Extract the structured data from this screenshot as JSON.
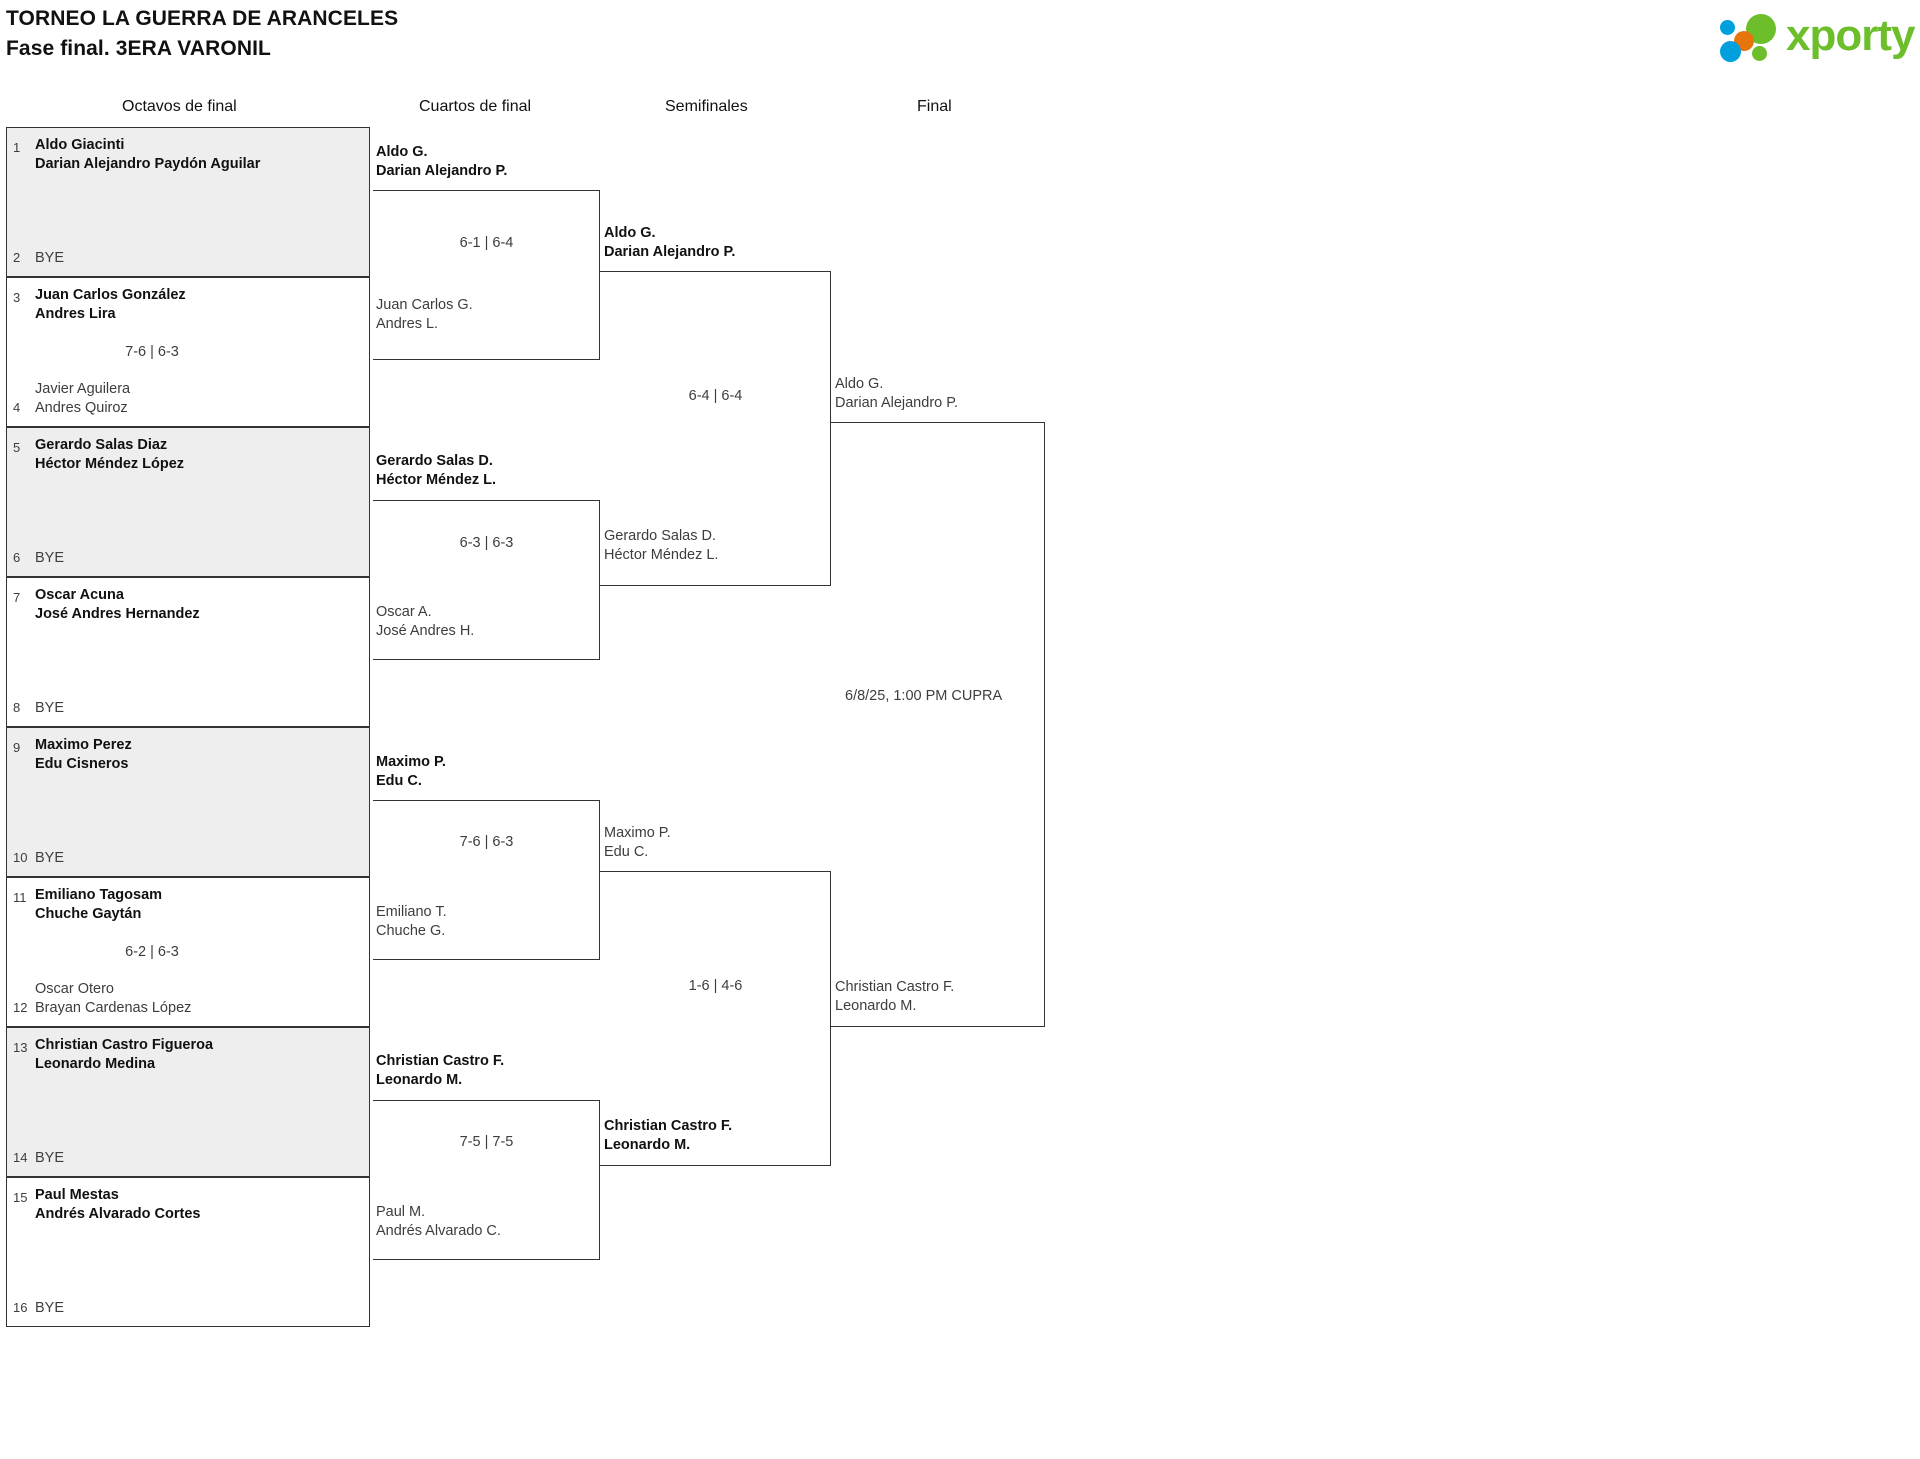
{
  "header": {
    "title_line1": "TORNEO LA GUERRA DE ARANCELES",
    "title_line2": "Fase final. 3ERA VARONIL",
    "logo_text": "xporty",
    "logo_colors": {
      "blue": "#00a0df",
      "orange": "#e8740c",
      "green": "#6cbe2a"
    }
  },
  "rounds": [
    {
      "label": "Octavos de final"
    },
    {
      "label": "Cuartos de final"
    },
    {
      "label": "Semifinales"
    },
    {
      "label": "Final"
    }
  ],
  "round1": {
    "matches": [
      {
        "shaded": true,
        "top": {
          "seed": "1",
          "line1": "Aldo Giacinti",
          "line2": "Darian Alejandro Paydón Aguilar",
          "winner": true,
          "bye": false
        },
        "bottom": {
          "seed": "2",
          "line1": "BYE",
          "line2": "",
          "winner": false,
          "bye": true
        },
        "score": ""
      },
      {
        "shaded": false,
        "top": {
          "seed": "3",
          "line1": "Juan Carlos González",
          "line2": "Andres Lira",
          "winner": true,
          "bye": false
        },
        "bottom": {
          "seed": "4",
          "line1": "Javier Aguilera",
          "line2": "Andres Quiroz",
          "winner": false,
          "bye": false
        },
        "score": "7-6 | 6-3"
      },
      {
        "shaded": true,
        "top": {
          "seed": "5",
          "line1": "Gerardo Salas Diaz",
          "line2": "Héctor Méndez López",
          "winner": true,
          "bye": false
        },
        "bottom": {
          "seed": "6",
          "line1": "BYE",
          "line2": "",
          "winner": false,
          "bye": true
        },
        "score": ""
      },
      {
        "shaded": false,
        "top": {
          "seed": "7",
          "line1": "Oscar Acuna",
          "line2": "José Andres Hernandez",
          "winner": true,
          "bye": false
        },
        "bottom": {
          "seed": "8",
          "line1": "BYE",
          "line2": "",
          "winner": false,
          "bye": true
        },
        "score": ""
      },
      {
        "shaded": true,
        "top": {
          "seed": "9",
          "line1": "Maximo Perez",
          "line2": "Edu Cisneros",
          "winner": true,
          "bye": false
        },
        "bottom": {
          "seed": "10",
          "line1": "BYE",
          "line2": "",
          "winner": false,
          "bye": true
        },
        "score": ""
      },
      {
        "shaded": false,
        "top": {
          "seed": "11",
          "line1": "Emiliano Tagosam",
          "line2": "Chuche Gaytán",
          "winner": true,
          "bye": false
        },
        "bottom": {
          "seed": "12",
          "line1": "Oscar Otero",
          "line2": "Brayan Cardenas López",
          "winner": false,
          "bye": false
        },
        "score": "6-2 | 6-3"
      },
      {
        "shaded": true,
        "top": {
          "seed": "13",
          "line1": "Christian Castro Figueroa",
          "line2": "Leonardo Medina",
          "winner": true,
          "bye": false
        },
        "bottom": {
          "seed": "14",
          "line1": "BYE",
          "line2": "",
          "winner": false,
          "bye": true
        },
        "score": ""
      },
      {
        "shaded": false,
        "top": {
          "seed": "15",
          "line1": "Paul Mestas",
          "line2": "Andrés Alvarado Cortes",
          "winner": true,
          "bye": false
        },
        "bottom": {
          "seed": "16",
          "line1": "BYE",
          "line2": "",
          "winner": false,
          "bye": true
        },
        "score": ""
      }
    ]
  },
  "round2": {
    "matches": [
      {
        "top": {
          "line1": "Aldo G.",
          "line2": "Darian Alejandro P.",
          "winner": true
        },
        "bottom": {
          "line1": "Juan Carlos G.",
          "line2": "Andres L.",
          "winner": false
        },
        "score": "6-1 | 6-4"
      },
      {
        "top": {
          "line1": "Gerardo Salas D.",
          "line2": "Héctor Méndez L.",
          "winner": true
        },
        "bottom": {
          "line1": "Oscar A.",
          "line2": "José Andres H.",
          "winner": false
        },
        "score": "6-3 | 6-3"
      },
      {
        "top": {
          "line1": "Maximo P.",
          "line2": "Edu C.",
          "winner": true
        },
        "bottom": {
          "line1": "Emiliano T.",
          "line2": "Chuche G.",
          "winner": false
        },
        "score": "7-6 | 6-3"
      },
      {
        "top": {
          "line1": "Christian Castro F.",
          "line2": "Leonardo M.",
          "winner": true
        },
        "bottom": {
          "line1": "Paul M.",
          "line2": "Andrés Alvarado C.",
          "winner": false
        },
        "score": "7-5 | 7-5"
      }
    ]
  },
  "round3": {
    "matches": [
      {
        "top": {
          "line1": "Aldo G.",
          "line2": "Darian Alejandro P.",
          "winner": true
        },
        "bottom": {
          "line1": "Gerardo Salas D.",
          "line2": "Héctor Méndez L.",
          "winner": false
        },
        "score": "6-4 | 6-4"
      },
      {
        "top": {
          "line1": "Maximo P.",
          "line2": "Edu C.",
          "winner": false
        },
        "bottom": {
          "line1": "Christian Castro F.",
          "line2": "Leonardo M.",
          "winner": true
        },
        "score": "1-6 | 4-6"
      }
    ]
  },
  "round4": {
    "matches": [
      {
        "top": {
          "line1": "Aldo G.",
          "line2": "Darian Alejandro P.",
          "winner": false
        },
        "bottom": {
          "line1": "Christian Castro F.",
          "line2": "Leonardo M.",
          "winner": false
        },
        "schedule": "6/8/25, 1:00 PM CUPRA"
      }
    ]
  }
}
